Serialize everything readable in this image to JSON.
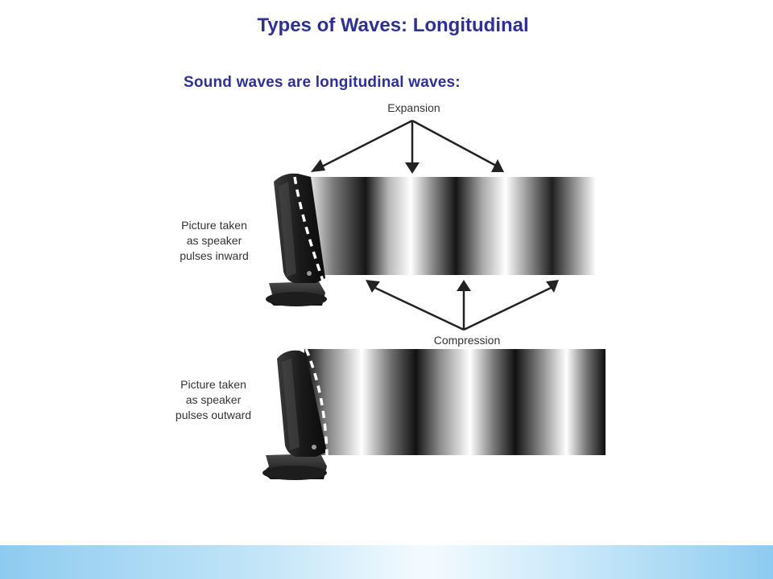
{
  "title": "Types of Waves: Longitudinal",
  "subtitle": "Sound waves are longitudinal waves:",
  "diagram": {
    "label_expansion": "Expansion",
    "label_compression": "Compression",
    "caption_top": [
      "Picture taken",
      "as speaker",
      "pulses inward"
    ],
    "caption_bottom": [
      "Picture taken",
      "as speaker",
      "pulses outward"
    ]
  },
  "colors": {
    "title": "#2e3192",
    "footer_gradient": [
      "#8ecbf0",
      "#f4fbff"
    ]
  }
}
